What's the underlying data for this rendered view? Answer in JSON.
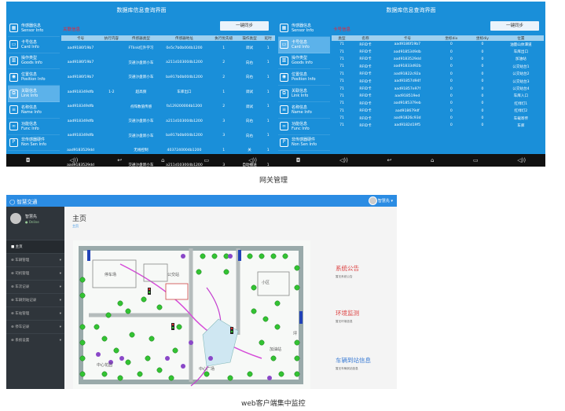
{
  "tablet": {
    "title": "数据库信息查询界面",
    "sidebar": [
      {
        "icon": "cpu-icon",
        "glyph": "▦",
        "label_cn": "传感器信息",
        "label_en": "Sensor Info"
      },
      {
        "icon": "card-icon",
        "glyph": "▭",
        "label_cn": "卡号信息",
        "label_en": "Card Info"
      },
      {
        "icon": "goods-icon",
        "glyph": "▥",
        "label_cn": "操作类型",
        "label_en": "Goods Info"
      },
      {
        "icon": "location-icon",
        "glyph": "◉",
        "label_cn": "位置信息",
        "label_en": "Position Info"
      },
      {
        "icon": "link-icon",
        "glyph": "⧉",
        "label_cn": "关联信息",
        "label_en": "Link Info"
      },
      {
        "icon": "name-icon",
        "glyph": "≡",
        "label_cn": "名称信息",
        "label_en": "Name Info"
      },
      {
        "icon": "func-icon",
        "glyph": "∞",
        "label_cn": "功能信息",
        "label_en": "Func Info"
      },
      {
        "icon": "nonsensor-icon",
        "glyph": "P",
        "label_cn": "非传感器硬件",
        "label_en": "Non Sen Info"
      }
    ],
    "sync_label": "一键同步",
    "nav": [
      "◘",
      "◁))",
      "↩",
      "⌂",
      "▭",
      "◁))"
    ]
  },
  "left_panel": {
    "subtitle": "关联信息",
    "active_index": 4,
    "columns": [
      "卡号",
      "执行内容",
      "传感器类型",
      "传感器地址",
      "执行优先级",
      "操作类型",
      "延时"
    ],
    "rows": [
      [
        "aad9186f19b7",
        "",
        "FTIink红外学习",
        "0e5c7b0b004b1200",
        "1",
        "调试",
        "1"
      ],
      [
        "aad9186f19b7",
        "",
        "交通沙盘新小车",
        "a211d103004b1200",
        "2",
        "向右",
        "1"
      ],
      [
        "aad9186f19b7",
        "",
        "交通沙盘新小车",
        "ba917b0b004b1200",
        "2",
        "向右",
        "1"
      ],
      [
        "aad918349dfb",
        "1-2",
        "超高频",
        "车库出口",
        "1",
        "调试",
        "1"
      ],
      [
        "aad918349dfb",
        "",
        "点阵数值传感",
        "fa129200004b1200",
        "2",
        "调试",
        "1"
      ],
      [
        "aad918349dfb",
        "",
        "交通沙盘新小车",
        "a211d103004b1200",
        "3",
        "向右",
        "1"
      ],
      [
        "aad918349dfb",
        "",
        "交通沙盘新小车",
        "ba917b0b004b1200",
        "3",
        "向右",
        "1"
      ],
      [
        "aad9183529dd",
        "",
        "无线控制",
        "4037240004b1200",
        "1",
        "关",
        "1"
      ],
      [
        "aad9183529dd",
        "",
        "交通沙盘新小车",
        "a211d103004b1200",
        "3",
        "自动播送",
        "1"
      ]
    ]
  },
  "right_panel": {
    "subtitle": "卡号信息",
    "active_index": 1,
    "columns": [
      "类型",
      "名称",
      "卡号",
      "坐标dix",
      "坐标diy",
      "位置"
    ],
    "rows": [
      [
        "71",
        "RFID卡",
        "aad9186f19b7",
        "0",
        "0",
        "油量山体潭道"
      ],
      [
        "71",
        "RFID卡",
        "aad9185349db",
        "0",
        "0",
        "车库出口"
      ],
      [
        "71",
        "RFID卡",
        "aad9183529dd",
        "0",
        "0",
        "加油站"
      ],
      [
        "71",
        "RFID卡",
        "aad91833d92b",
        "0",
        "0",
        "公交站台1"
      ],
      [
        "71",
        "RFID卡",
        "aad91822c92a",
        "0",
        "0",
        "公交站台2"
      ],
      [
        "71",
        "RFID卡",
        "aad91857d94f",
        "0",
        "0",
        "公交站台3"
      ],
      [
        "71",
        "RFID卡",
        "aad91857e97f",
        "0",
        "0",
        "公交站台4"
      ],
      [
        "71",
        "RFID卡",
        "aad918519ed",
        "0",
        "0",
        "车库入口"
      ],
      [
        "71",
        "RFID卡",
        "aad9185379eb",
        "0",
        "0",
        "红绿灯1"
      ],
      [
        "71",
        "RFID卡",
        "aad918679df",
        "0",
        "0",
        "红绿灯2"
      ],
      [
        "71",
        "RFID卡",
        "aad91826c93d",
        "0",
        "0",
        "车载寄传"
      ],
      [
        "71",
        "RFID卡",
        "aad9182d19f5",
        "0",
        "0",
        "车库"
      ]
    ]
  },
  "caption_top": "网关管理",
  "web": {
    "brand": "◯ 智慧交通",
    "user_top": "智慧先 ▾",
    "profile": {
      "name": "智慧先",
      "status": "● Online"
    },
    "menu": [
      {
        "label": "■ 主页",
        "arrow": ""
      },
      {
        "label": "⊕ 车辆管理",
        "arrow": "▾"
      },
      {
        "label": "⊕ 司机管理",
        "arrow": "▾"
      },
      {
        "label": "⊕ 车次记录",
        "arrow": "▾"
      },
      {
        "label": "⊕ 车辆到站记录",
        "arrow": "▾"
      },
      {
        "label": "⊕ 车站管理",
        "arrow": "▾"
      },
      {
        "label": "⊕ 停车记录",
        "arrow": "▾"
      },
      {
        "label": "⊕ 系统设置",
        "arrow": "▾"
      }
    ],
    "page_title": "主页",
    "breadcrumb": "主页",
    "notices": [
      {
        "title": "系统公告",
        "sub": "暂无系统公告",
        "color": "#d44"
      },
      {
        "title": "环境监测",
        "sub": "暂无环境信息",
        "color": "#d44"
      },
      {
        "title": "车辆到站信息",
        "sub": "暂无车辆到站信息",
        "color": "#3a7bd5"
      }
    ],
    "map_labels": [
      "中心花园",
      "小区",
      "停车场",
      "公交站",
      "加油站",
      "中心广场",
      "坪"
    ]
  },
  "caption_bottom": "web客户端集中监控"
}
